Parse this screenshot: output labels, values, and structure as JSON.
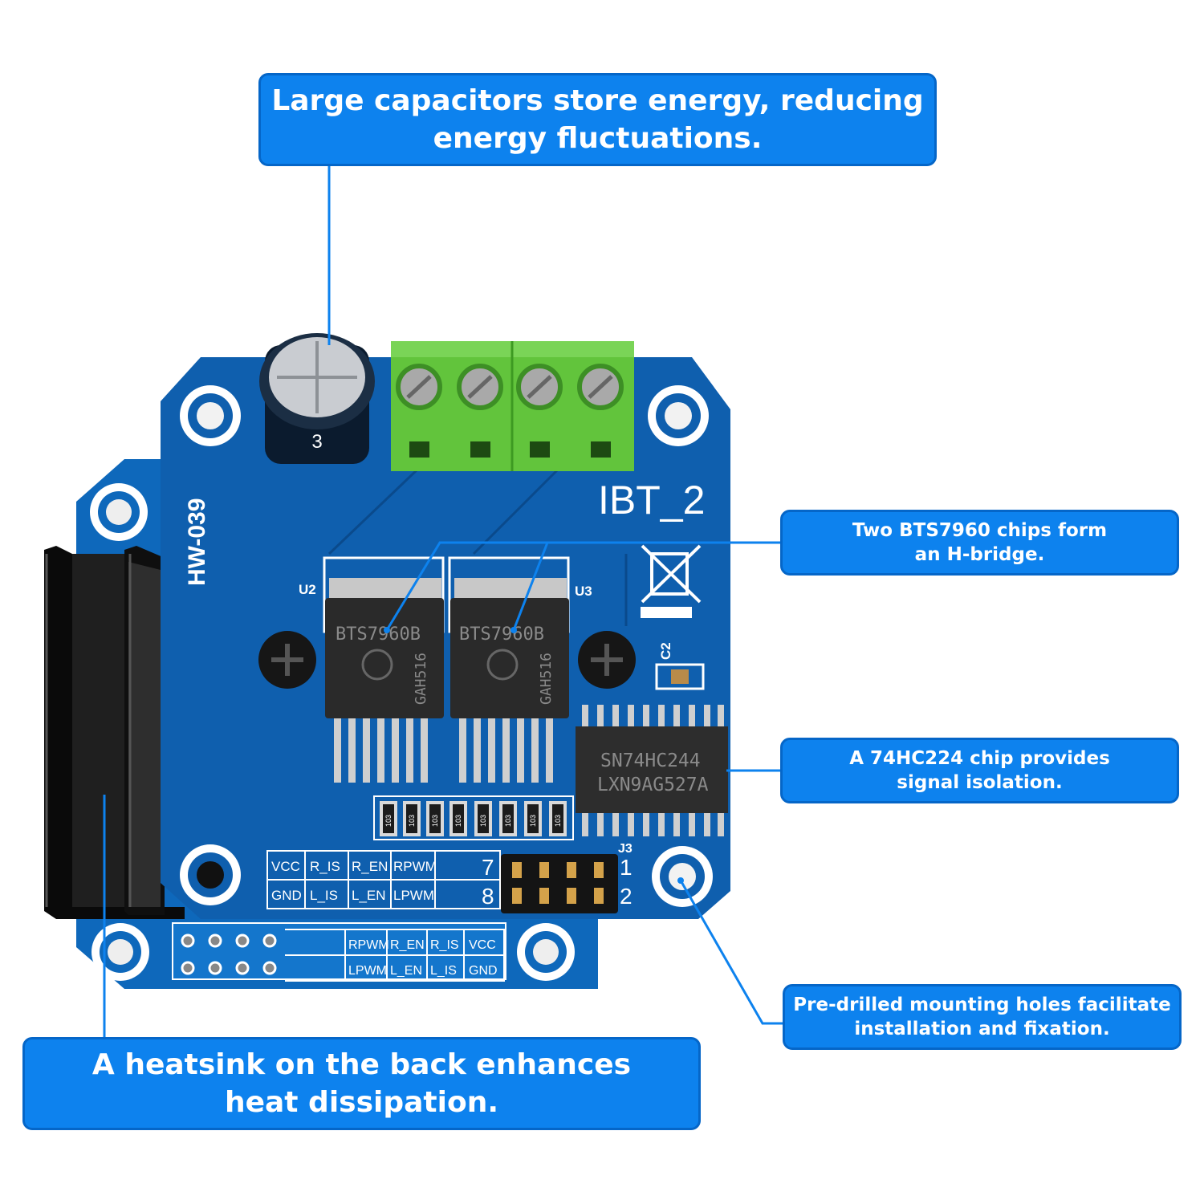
{
  "callouts": {
    "capacitors": [
      "Large capacitors store energy, reducing",
      "energy fluctuations."
    ],
    "chips": [
      "Two BTS7960 chips form",
      "an H-bridge."
    ],
    "isolation": [
      "A 74HC224 chip provides",
      "signal isolation."
    ],
    "holes": [
      "Pre-drilled mounting holes facilitate",
      "installation and fixation."
    ],
    "heatsink": [
      "A heatsink on the back enhances",
      "heat dissipation."
    ]
  },
  "board": {
    "name": "IBT_2",
    "model": "HW-039",
    "capacitor_mark": "3",
    "chip_left_ref": "U2",
    "chip_right_ref": "U3",
    "chip_marking": "BTS7960B",
    "chip_code": "GAH516",
    "isolator_line1": "SN74HC244",
    "isolator_line2": "LXN9AG527A",
    "cap_ref": "C2",
    "header_ref": "J3",
    "resistor_code": "103",
    "pin_top_row": [
      "VCC",
      "R_IS",
      "R_EN",
      "RPWM"
    ],
    "pin_bottom_row": [
      "GND",
      "L_IS",
      "L_EN",
      "LPWM"
    ],
    "pin_numbers": [
      "7",
      "8",
      "1",
      "2"
    ],
    "back_top_row": [
      "RPWM",
      "R_EN",
      "R_IS",
      "VCC"
    ],
    "back_bottom_row": [
      "LPWM",
      "L_EN",
      "L_IS",
      "GND"
    ]
  },
  "colors": {
    "callout": "#0d82ee",
    "pcb": "#0f5fae",
    "terminal": "#62c43c",
    "heatsink": "#1a1a1a"
  }
}
